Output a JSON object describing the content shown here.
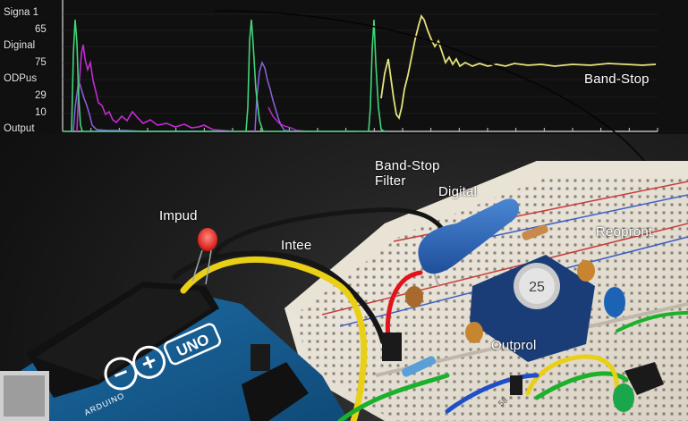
{
  "scope": {
    "y_labels": [
      "Signa 1",
      "65",
      "Diginal",
      "75",
      "ODPus",
      "29",
      "10",
      "Output"
    ],
    "trace_label": "Band-Stop",
    "trace_colors": {
      "green": "#3fd67a",
      "magenta": "#c22bd0",
      "violet": "#8a63e0",
      "yellow": "#e4e27a"
    }
  },
  "annotations": {
    "band_stop_filter": "Band-Stop\nFilter",
    "digital": "Digital",
    "impud": "Impud",
    "intee": "Intee",
    "reopront": "Reopront",
    "outprol": "Outprol"
  },
  "board_text": {
    "uno": "UNO",
    "arduino": "ARDUINO",
    "sensor_code": "25",
    "pin_label": "58"
  }
}
